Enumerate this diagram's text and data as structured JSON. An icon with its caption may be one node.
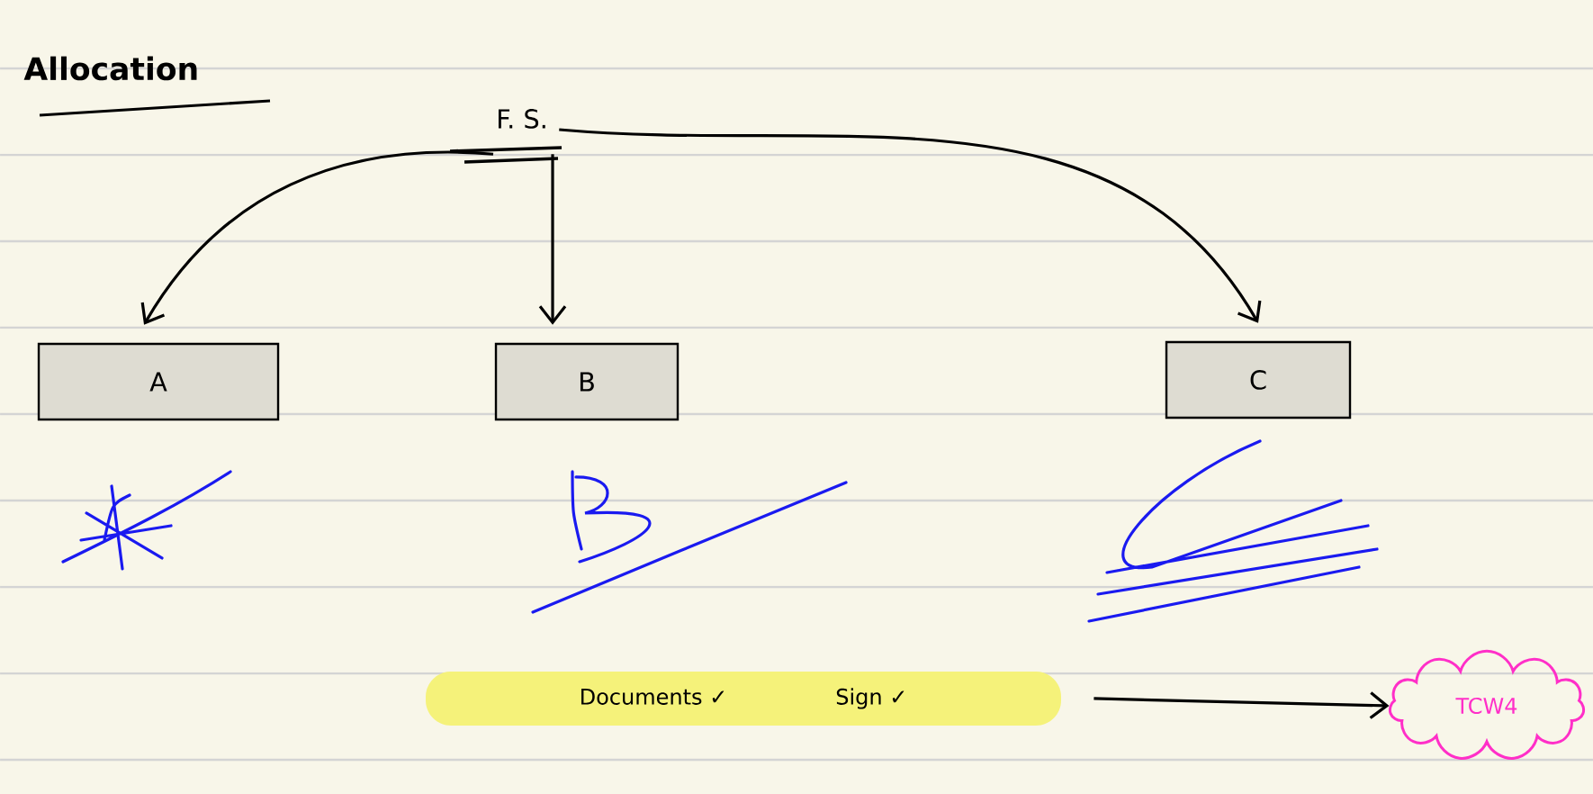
{
  "diagram": {
    "title": "Allocation",
    "nodes": [
      {
        "text": [
          "F. S."
        ]
      },
      {
        "text": [
          "A"
        ]
      },
      {
        "text": [
          "B"
        ]
      },
      {
        "text": [
          "C"
        ]
      },
      {
        "text": [
          "Documents ✓",
          "Sign ✓"
        ]
      },
      {
        "text": [
          "TCW4"
        ]
      }
    ],
    "edges": [
      {
        "from": 0,
        "to": 1,
        "arrow": "to"
      },
      {
        "from": 0,
        "to": 2,
        "arrow": "to"
      },
      {
        "from": 0,
        "to": 3,
        "arrow": "to"
      },
      {
        "from": 4,
        "to": 5,
        "arrow": "to"
      }
    ]
  }
}
